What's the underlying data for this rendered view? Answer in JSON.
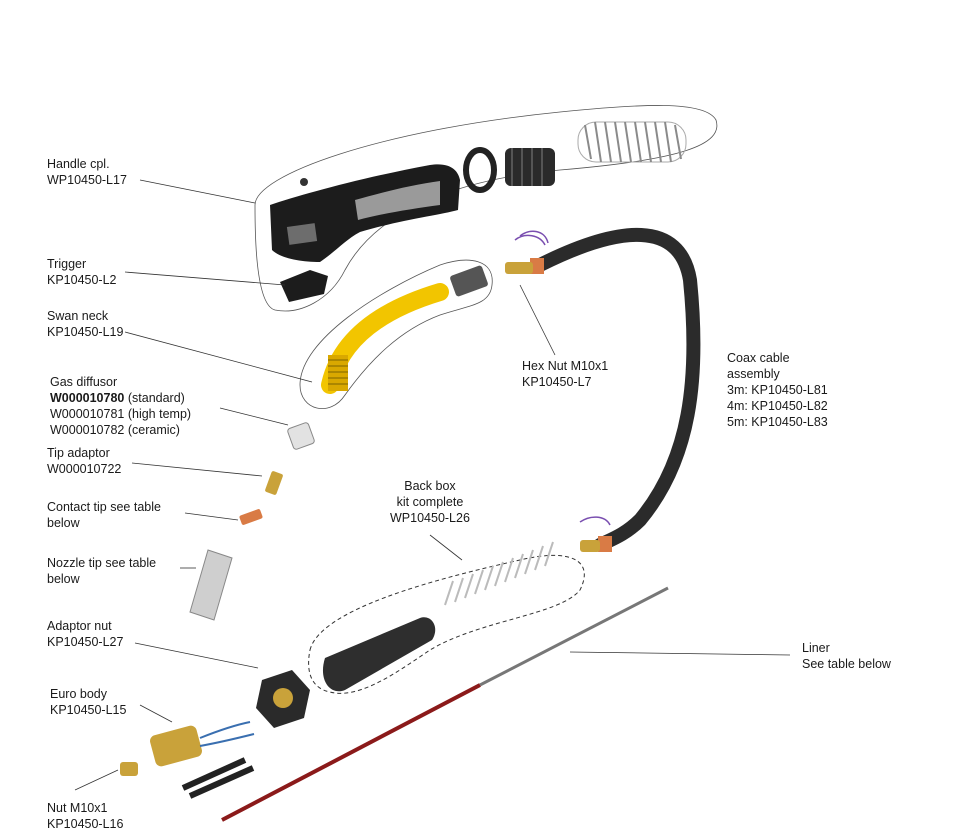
{
  "labels": {
    "handle": {
      "name": "Handle cpl.",
      "code": "WP10450-L17"
    },
    "trigger": {
      "name": "Trigger",
      "code": "KP10450-L2"
    },
    "swan_neck": {
      "name": "Swan neck",
      "code": "KP10450-L19"
    },
    "gas_diffusor": {
      "name": "Gas diffusor",
      "code_standard": "W000010780",
      "note_standard": "(standard)",
      "line_high_temp": "W000010781 (high temp)",
      "line_ceramic": "W000010782 (ceramic)"
    },
    "tip_adaptor": {
      "name": "Tip adaptor",
      "code": "W000010722"
    },
    "contact_tip": {
      "line1": "Contact tip see table",
      "line2": "below"
    },
    "nozzle_tip": {
      "line1": "Nozzle tip see table",
      "line2": "below"
    },
    "adaptor_nut": {
      "name": "Adaptor nut",
      "code": "KP10450-L27"
    },
    "euro_body": {
      "name": "Euro body",
      "code": "KP10450-L15"
    },
    "nut_m10": {
      "name": "Nut M10x1",
      "code": "KP10450-L16"
    },
    "hex_nut": {
      "name": "Hex Nut M10x1",
      "code": "KP10450-L7"
    },
    "back_box": {
      "line1": "Back box",
      "line2": "kit complete",
      "code": "WP10450-L26"
    },
    "coax_cable": {
      "line1": "Coax cable",
      "line2": "assembly",
      "opt_3m": "3m: KP10450-L81",
      "opt_4m": "4m: KP10450-L82",
      "opt_5m": "5m: KP10450-L83"
    },
    "liner": {
      "line1": "Liner",
      "line2": "See table below"
    }
  },
  "colors": {
    "handle_body": "#1c1c1c",
    "grip": "#9a9a9a",
    "swan_neck": "#f2c500",
    "brass": "#c9a23a",
    "copper": "#d97b45",
    "cable": "#2b2b2b",
    "liner_red": "#8b1a1a",
    "liner_grey": "#777777"
  }
}
